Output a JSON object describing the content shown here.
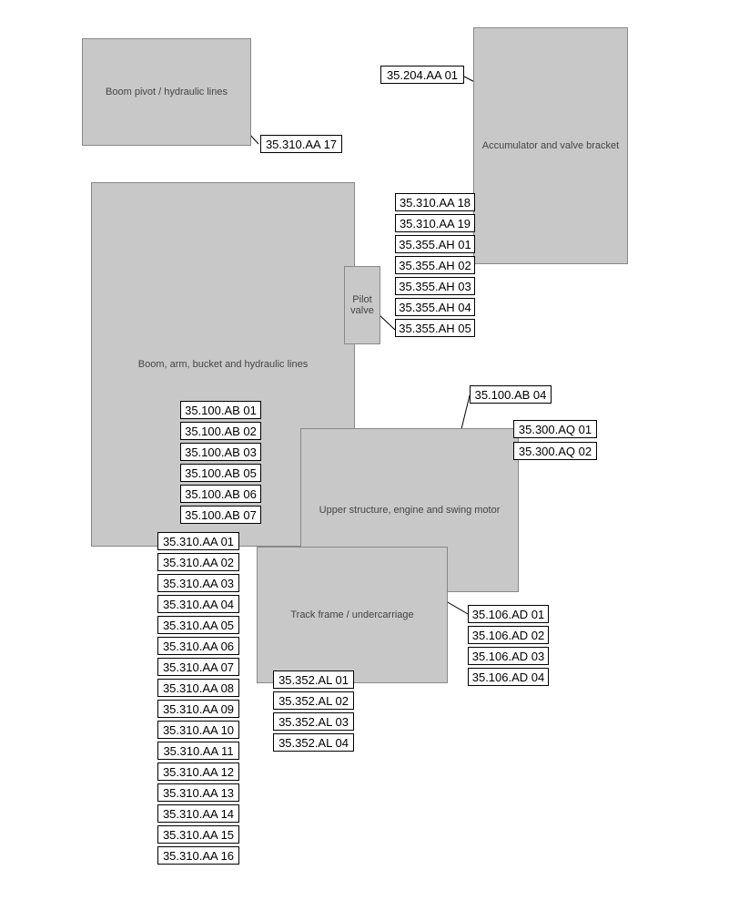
{
  "labels": {
    "top_left": "35.310.AA 17",
    "top_right": "35.204.AA 01",
    "cab_group": [
      "35.310.AA 18",
      "35.310.AA 19",
      "35.355.AH 01",
      "35.355.AH 02",
      "35.355.AH 03",
      "35.355.AH 04",
      "35.355.AH 05"
    ],
    "engine_top": "35.100.AB 04",
    "aq_group": [
      "35.300.AQ 01",
      "35.300.AQ 02"
    ],
    "ab_group": [
      "35.100.AB 01",
      "35.100.AB 02",
      "35.100.AB 03",
      "35.100.AB 05",
      "35.100.AB 06",
      "35.100.AB 07"
    ],
    "aa_group": [
      "35.310.AA 01",
      "35.310.AA 02",
      "35.310.AA 03",
      "35.310.AA 04",
      "35.310.AA 05",
      "35.310.AA 06",
      "35.310.AA 07",
      "35.310.AA 08",
      "35.310.AA 09",
      "35.310.AA 10",
      "35.310.AA 11",
      "35.310.AA 12",
      "35.310.AA 13",
      "35.310.AA 14",
      "35.310.AA 15",
      "35.310.AA 16"
    ],
    "ad_group": [
      "35.106.AD 01",
      "35.106.AD 02",
      "35.106.AD 03",
      "35.106.AD 04"
    ],
    "al_group": [
      "35.352.AL 01",
      "35.352.AL 02",
      "35.352.AL 03",
      "35.352.AL 04"
    ]
  }
}
